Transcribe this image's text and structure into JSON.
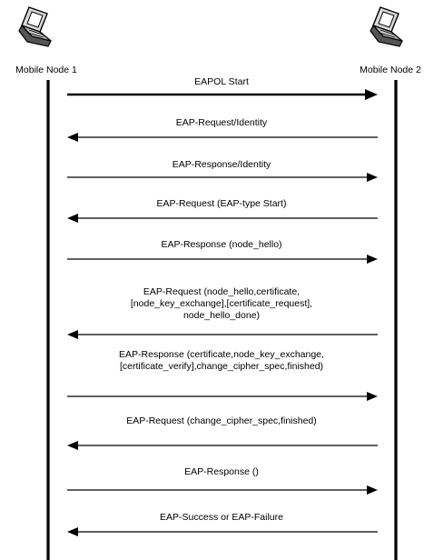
{
  "nodes": {
    "left": {
      "label": "Mobile Node 1",
      "icon": "laptop-icon"
    },
    "right": {
      "label": "Mobile Node 2",
      "icon": "laptop-icon"
    }
  },
  "messages": [
    {
      "direction": "right",
      "style": "bold",
      "lines": [
        "EAPOL Start"
      ]
    },
    {
      "direction": "left",
      "style": "normal",
      "lines": [
        "EAP-Request/Identity"
      ]
    },
    {
      "direction": "right",
      "style": "normal",
      "lines": [
        "EAP-Response/Identity"
      ]
    },
    {
      "direction": "left",
      "style": "normal",
      "lines": [
        "EAP-Request (EAP-type Start)"
      ]
    },
    {
      "direction": "right",
      "style": "normal",
      "lines": [
        "EAP-Response (node_hello)"
      ]
    },
    {
      "direction": "left",
      "style": "normal",
      "lines": [
        "EAP-Request (node_hello,certificate,",
        "[node_key_exchange],[certificate_request],",
        "node_hello_done)"
      ]
    },
    {
      "direction": "right",
      "style": "normal",
      "lines": [
        "EAP-Response (certificate,node_key_exchange,",
        "[certificate_verify],change_cipher_spec,finished)"
      ]
    },
    {
      "direction": "left",
      "style": "normal",
      "lines": [
        "EAP-Request (change_cipher_spec,finished)"
      ]
    },
    {
      "direction": "right",
      "style": "normal",
      "lines": [
        "EAP-Response ()"
      ]
    },
    {
      "direction": "left",
      "style": "normal",
      "lines": [
        "EAP-Success or EAP-Failure"
      ]
    }
  ],
  "colors": {
    "line": "#000000",
    "laptop_screen": "#d9d9d9",
    "laptop_body": "#bfbfbf"
  }
}
